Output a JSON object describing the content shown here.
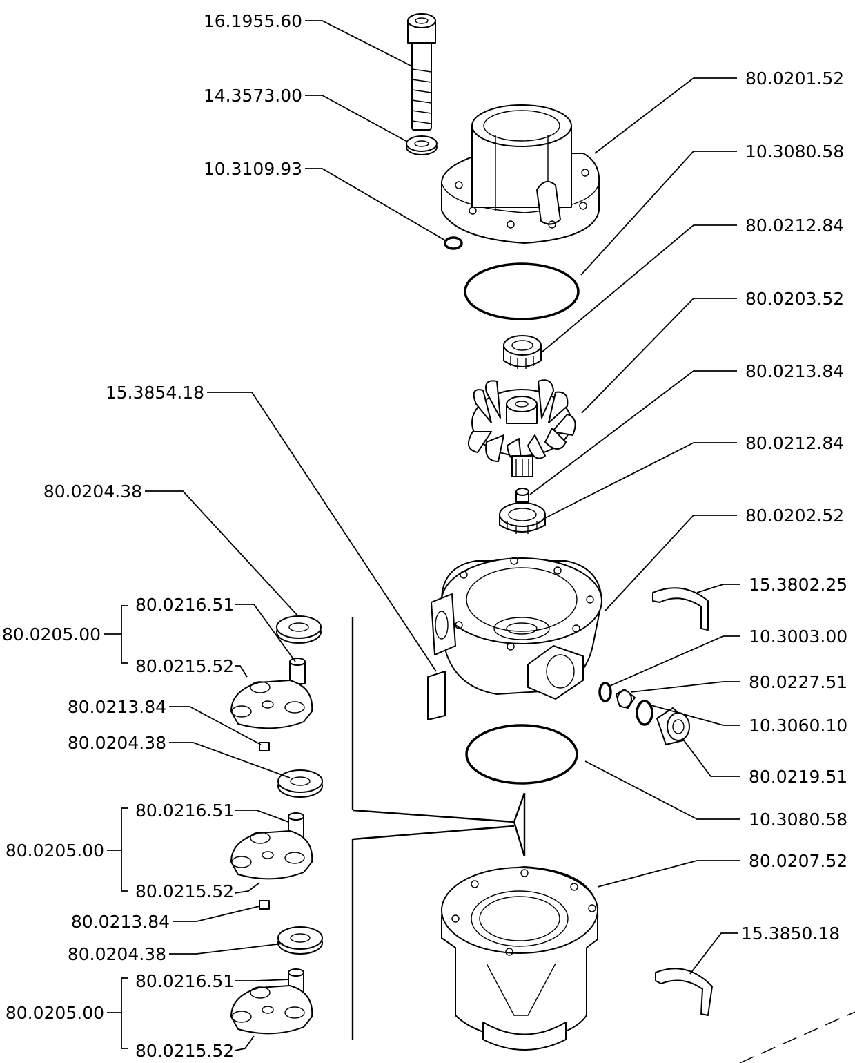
{
  "diagram": {
    "callouts": [
      {
        "id": "c1",
        "text": "16.1955.60"
      },
      {
        "id": "c2",
        "text": "14.3573.00"
      },
      {
        "id": "c3",
        "text": "10.3109.93"
      },
      {
        "id": "c4",
        "text": "80.0201.52"
      },
      {
        "id": "c5",
        "text": "10.3080.58"
      },
      {
        "id": "c6",
        "text": "80.0212.84"
      },
      {
        "id": "c7",
        "text": "80.0203.52"
      },
      {
        "id": "c8",
        "text": "80.0213.84"
      },
      {
        "id": "c9",
        "text": "80.0212.84"
      },
      {
        "id": "c10",
        "text": "80.0202.52"
      },
      {
        "id": "c11",
        "text": "15.3854.18"
      },
      {
        "id": "c12",
        "text": "80.0204.38"
      },
      {
        "id": "c13",
        "text": "15.3802.25"
      },
      {
        "id": "c14",
        "text": "10.3003.00"
      },
      {
        "id": "c15",
        "text": "80.0227.51"
      },
      {
        "id": "c16",
        "text": "10.3060.10"
      },
      {
        "id": "c17",
        "text": "80.0219.51"
      },
      {
        "id": "c18",
        "text": "10.3080.58"
      },
      {
        "id": "c19",
        "text": "80.0207.52"
      },
      {
        "id": "c20",
        "text": "15.3850.18"
      },
      {
        "id": "c21",
        "text": "80.0216.51"
      },
      {
        "id": "c22",
        "text": "80.0205.00"
      },
      {
        "id": "c23",
        "text": "80.0215.52"
      },
      {
        "id": "c24",
        "text": "80.0213.84"
      },
      {
        "id": "c25",
        "text": "80.0204.38"
      },
      {
        "id": "c26",
        "text": "80.0216.51"
      },
      {
        "id": "c27",
        "text": "80.0205.00"
      },
      {
        "id": "c28",
        "text": "80.0215.52"
      },
      {
        "id": "c29",
        "text": "80.0213.84"
      },
      {
        "id": "c30",
        "text": "80.0204.38"
      },
      {
        "id": "c31",
        "text": "80.0216.51"
      },
      {
        "id": "c32",
        "text": "80.0205.00"
      },
      {
        "id": "c33",
        "text": "80.0215.52"
      }
    ]
  }
}
